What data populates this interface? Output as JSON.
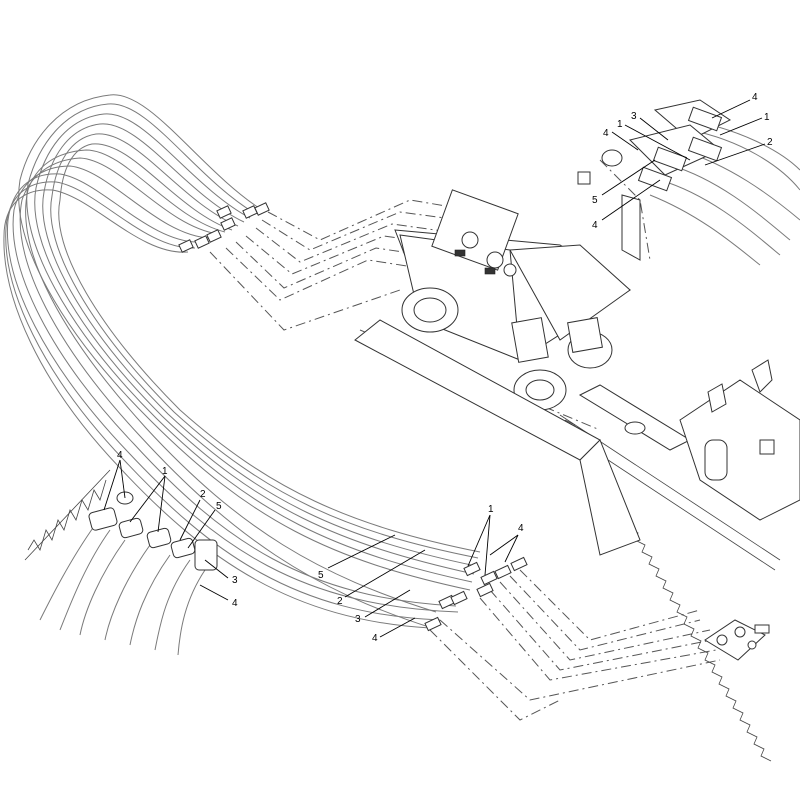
{
  "diagram": {
    "callouts_upper_right": [
      "4",
      "1",
      "3",
      "4",
      "1",
      "2",
      "5",
      "4"
    ],
    "callouts_lower_left": [
      "4",
      "1",
      "2",
      "5",
      "3",
      "4"
    ],
    "callouts_center": [
      "1",
      "4",
      "5",
      "2",
      "3",
      "4"
    ]
  }
}
